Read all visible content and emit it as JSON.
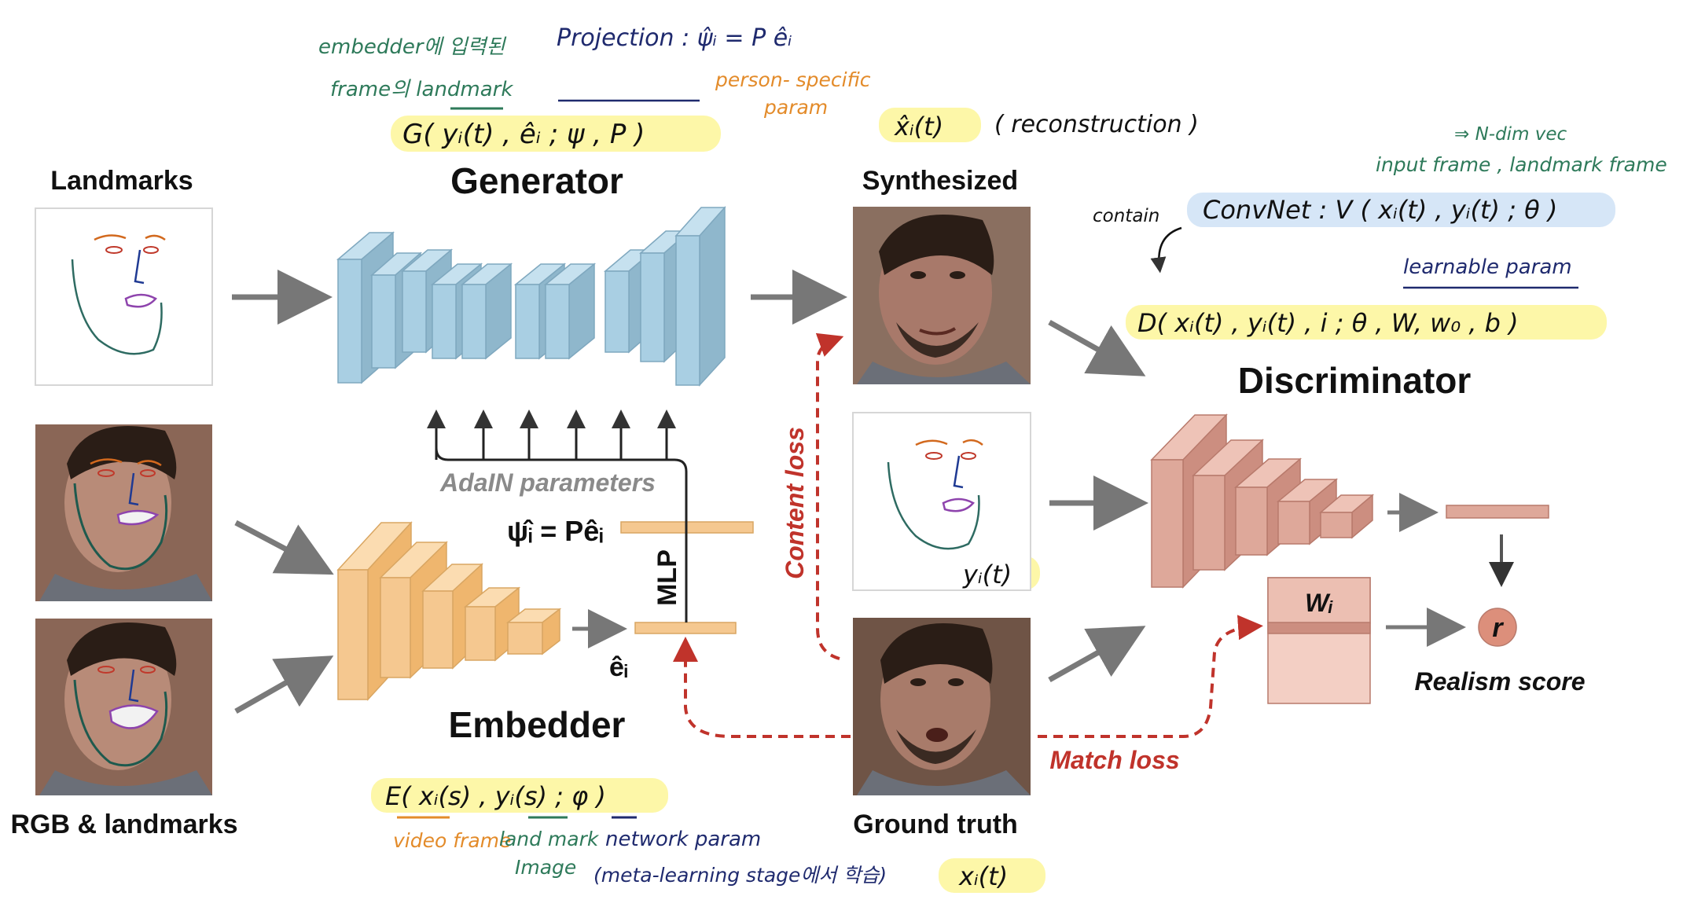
{
  "labels": {
    "landmarks": "Landmarks",
    "generator": "Generator",
    "synthesized": "Synthesized",
    "discriminator": "Discriminator",
    "rgb_landmarks": "RGB & landmarks",
    "embedder": "Embedder",
    "ground_truth": "Ground truth",
    "adain": "AdaIN parameters",
    "mlp": "MLP",
    "psi_eq": "ψ̂ᵢ = Pêᵢ",
    "e_hat": "êᵢ",
    "content_loss": "Content loss",
    "match_loss": "Match loss",
    "w_i": "Wᵢ",
    "r": "r",
    "realism": "Realism score"
  },
  "notes": {
    "embedder_note_1": "embedder에 입력된",
    "embedder_note_2": "frame의 landmark",
    "projection": "Projection  :  ψ̂ᵢ = P êᵢ",
    "person_specific_1": "person- specific",
    "person_specific_2": "param",
    "g_formula": "G( yᵢ(t) ,  êᵢ ; ψ , P )",
    "x_hat": "x̂ᵢ(t)",
    "reconstruction": "( reconstruction )",
    "n_dim": "⇒ N-dim vec",
    "input_frame": "input frame , landmark frame",
    "contain": "contain",
    "convnet": "ConvNet  :  V ( xᵢ(t) , yᵢ(t) ; θ )",
    "learnable": "learnable  param",
    "d_formula": "D( xᵢ(t) ,  yᵢ(t) , i ; θ , W,  w₀ , b )",
    "y_t": "yᵢ(t)",
    "e_formula": "E( xᵢ(s) ,  yᵢ(s) ; φ )",
    "video_frame": "video frame",
    "landmark_image_1": "land mark",
    "landmark_image_2": "Image",
    "network_param": "network  param",
    "meta_learning": "(meta-learning  stage에서 학습)",
    "x_t": "xᵢ(t)"
  },
  "colors": {
    "generator": "#a9cfe3",
    "embedder": "#f5c890",
    "discriminator": "#dea89a",
    "loss": "#c0332b",
    "highlight_yellow": "#fdf7a8",
    "highlight_blue": "#d6e6f7",
    "note_green": "#2e7a5a",
    "note_navy": "#1f2a6e",
    "note_orange": "#e38b2a"
  }
}
